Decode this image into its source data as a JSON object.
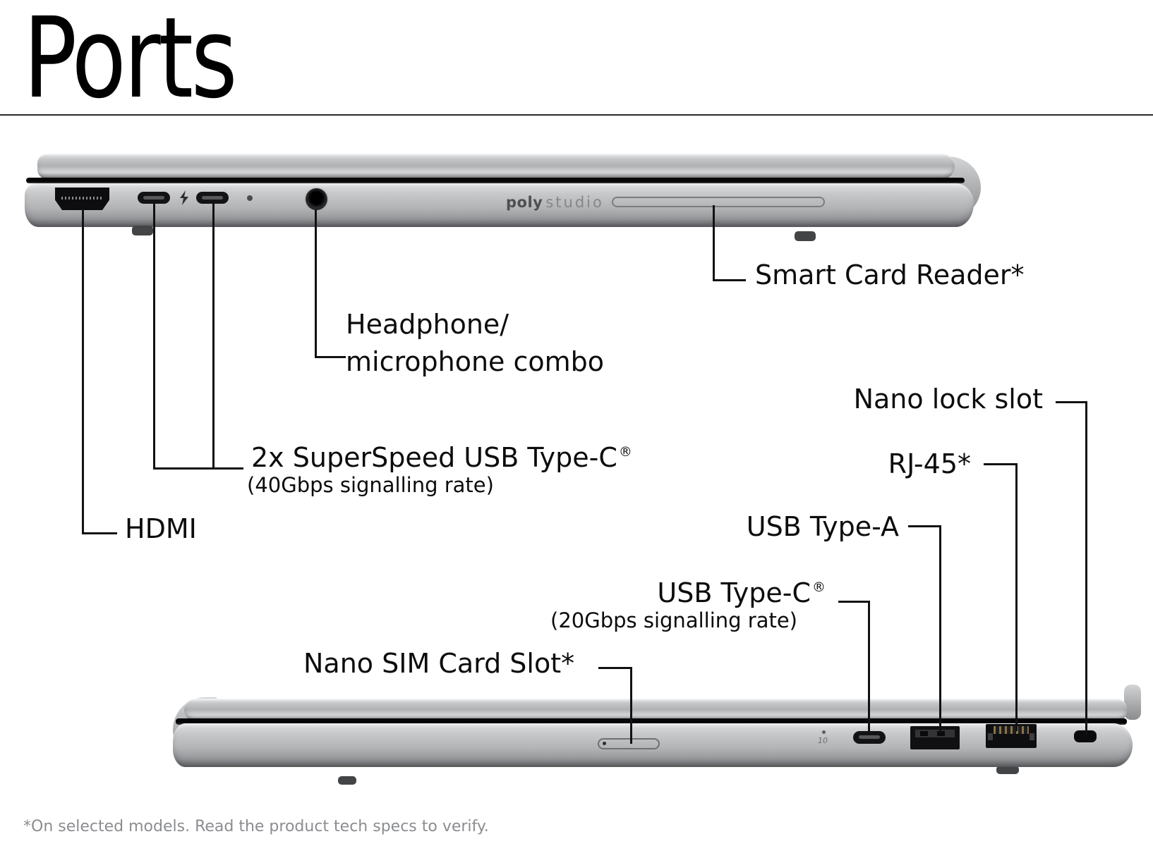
{
  "title": "Ports",
  "footnote": "*On selected models. Read the product tech specs to verify.",
  "colors": {
    "text": "#0c0c0c",
    "callout_line": "#121212",
    "laptop_silver": "#b9babc",
    "footnote_gray": "#8b8d90"
  },
  "top_view": {
    "branding_bold": "poly",
    "branding_light": "studio",
    "callouts": {
      "smart_card": "Smart Card Reader*",
      "headphone_line1": "Headphone/",
      "headphone_line2": "microphone combo",
      "usb_c": {
        "main": "2x SuperSpeed USB Type-C",
        "reg": "®",
        "sub": "(40Gbps signalling rate)"
      },
      "hdmi": "HDMI"
    }
  },
  "bottom_view": {
    "usb_c_port_marking": "10",
    "callouts": {
      "nano_lock": "Nano lock slot",
      "rj45": "RJ-45*",
      "usb_a": "USB Type-A",
      "usb_c": {
        "main": "USB Type-C",
        "reg": "®",
        "sub": "(20Gbps signalling rate)"
      },
      "nano_sim": "Nano SIM Card Slot*"
    }
  }
}
